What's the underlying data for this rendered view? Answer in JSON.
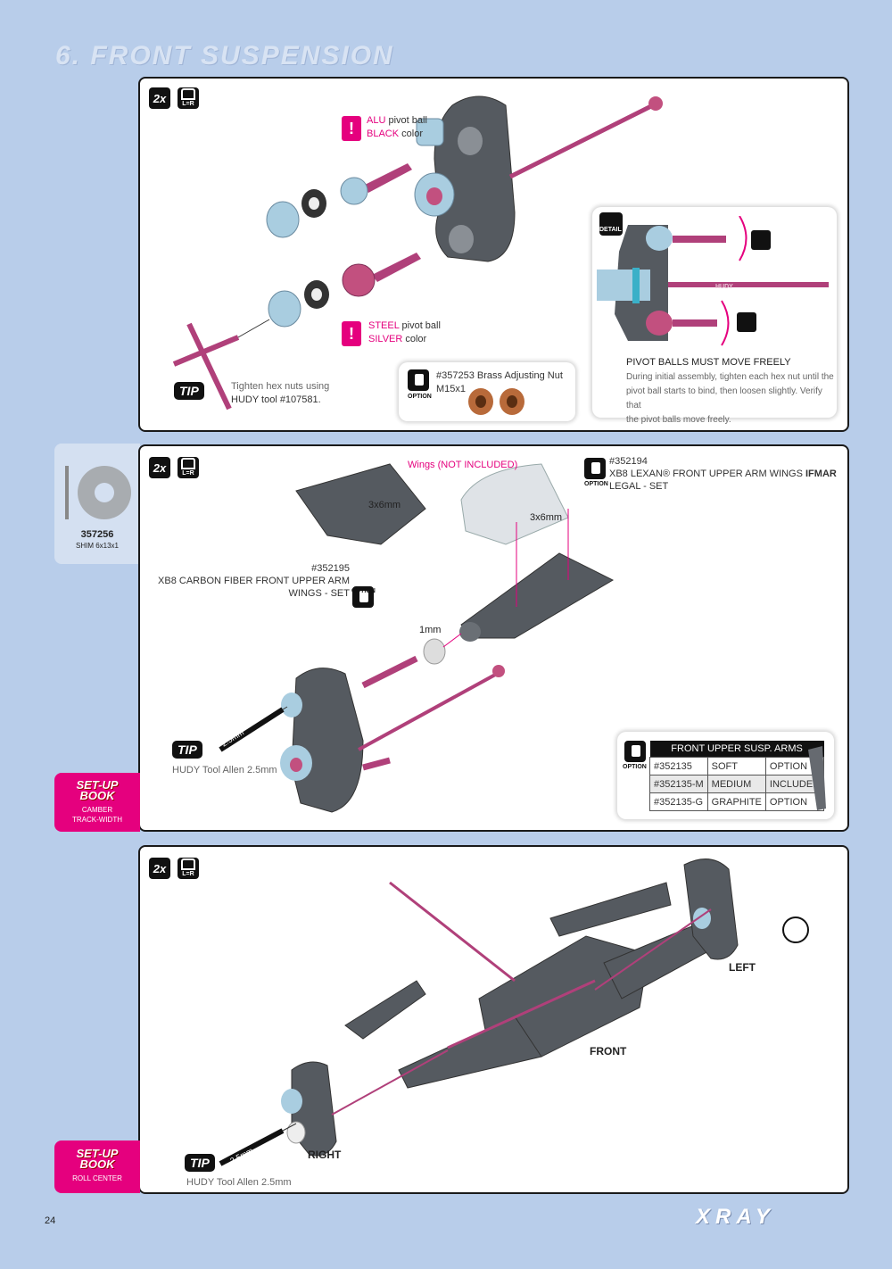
{
  "page": {
    "title": "6. FRONT SUSPENSION",
    "page_number": "24",
    "brand": "XRAY"
  },
  "colors": {
    "background": "#b8cdea",
    "accent": "#e5007e",
    "part_pink": "#b0407a",
    "part_gray": "#555a60",
    "part_blue": "#a9cde0"
  },
  "step1": {
    "qty": "2x",
    "lr": "L=R",
    "alu_ball": {
      "material": "ALU",
      "desc": "pivot ball",
      "color_word": "BLACK",
      "color_desc": "color"
    },
    "steel_ball": {
      "material": "STEEL",
      "desc": "pivot ball",
      "color_word": "SILVER",
      "color_desc": "color"
    },
    "tip_label": "TIP",
    "tip_text_1": "Tighten hex nuts using",
    "tip_text_2": "HUDY tool #107581.",
    "option": {
      "label": "OPTION",
      "text": "#357253 Brass Adjusting Nut M15x1"
    },
    "detail": {
      "label": "DETAIL",
      "shaft_text": "HUDY",
      "heading": "PIVOT BALLS MUST MOVE FREELY",
      "line1": "During initial assembly, tighten each hex nut until the",
      "line2": "pivot ball starts to bind, then loosen slightly.  Verify that",
      "line3": "the pivot balls move freely."
    }
  },
  "shim": {
    "part": "357256",
    "desc": "SHIM 6x13x1"
  },
  "step2": {
    "qty": "2x",
    "lr": "L=R",
    "wings_note": "Wings (NOT INCLUDED)",
    "lexan": {
      "part": "#352194",
      "name_pre": "XB8 LEXAN® FRONT UPPER ARM WINGS ",
      "name_bold": "IFMAR",
      "name_post": " LEGAL - SET",
      "option": "OPTION"
    },
    "carbon": {
      "part": "#352195",
      "name": "XB8 CARBON FIBER FRONT UPPER ARM WINGS - SET",
      "option": "OPTION"
    },
    "screw_left": "3x6mm",
    "screw_right": "3x6mm",
    "spacer": "1mm",
    "tip_label": "TIP",
    "tool_size": "2.5mm",
    "tip_text": "HUDY Tool Allen 2.5mm",
    "setup": {
      "title1": "SET-UP",
      "title2": "BOOK",
      "line1": "CAMBER",
      "line2": "TRACK-WIDTH"
    },
    "arms_table": {
      "option": "OPTION",
      "header": "FRONT UPPER SUSP. ARMS",
      "rows": [
        [
          "#352135",
          "SOFT",
          "OPTION"
        ],
        [
          "#352135-M",
          "MEDIUM",
          "INCLUDED"
        ],
        [
          "#352135-G",
          "GRAPHITE",
          "OPTION"
        ]
      ]
    }
  },
  "step3": {
    "qty": "2x",
    "lr": "L=R",
    "left": "LEFT",
    "front": "FRONT",
    "right": "RIGHT",
    "tip_label": "TIP",
    "tool_size": "2.5mm",
    "tip_text": "HUDY Tool Allen 2.5mm",
    "setup": {
      "title1": "SET-UP",
      "title2": "BOOK",
      "line1": "ROLL CENTER"
    }
  }
}
